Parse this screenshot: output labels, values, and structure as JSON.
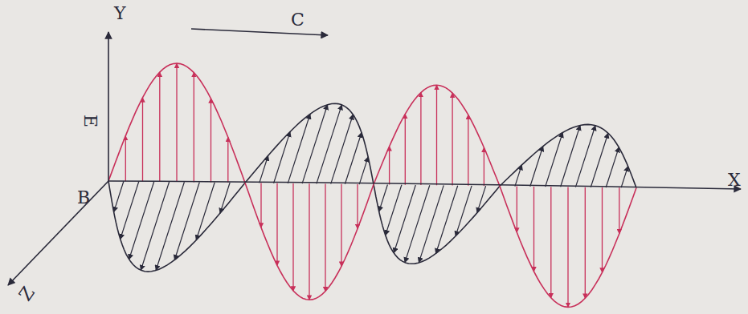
{
  "diagram": {
    "labels": [
      "Y",
      "C",
      "E",
      "B",
      "Z",
      "X"
    ]
  }
}
